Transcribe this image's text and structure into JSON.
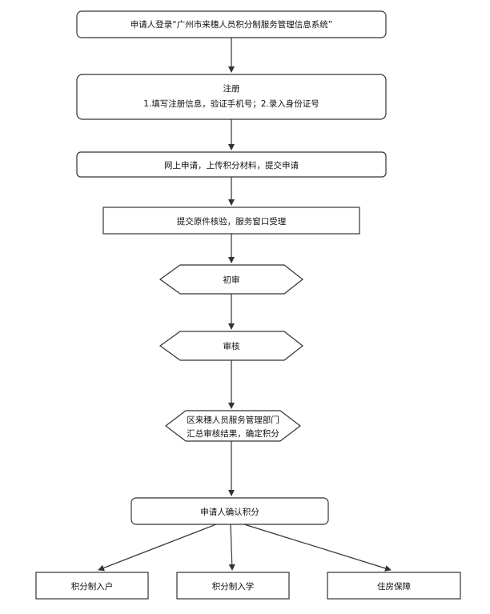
{
  "steps": {
    "login": "申请人登录“广州市来穗人员积分制服务管理信息系统”",
    "register_title": "注册",
    "register_detail": "1.填写注册信息，验证手机号；2.录入身份证号",
    "apply_online": "网上申请，上传积分材料，提交申请",
    "verify": "提交原件核验，服务窗口受理",
    "first_review": "初审",
    "review": "审核",
    "district_line1": "区来穗人员服务管理部门",
    "district_line2": "汇总审核结果，确定积分",
    "confirm": "申请人确认积分"
  },
  "outcomes": {
    "household": "积分制入户",
    "school": "积分制入学",
    "housing": "住房保障"
  }
}
